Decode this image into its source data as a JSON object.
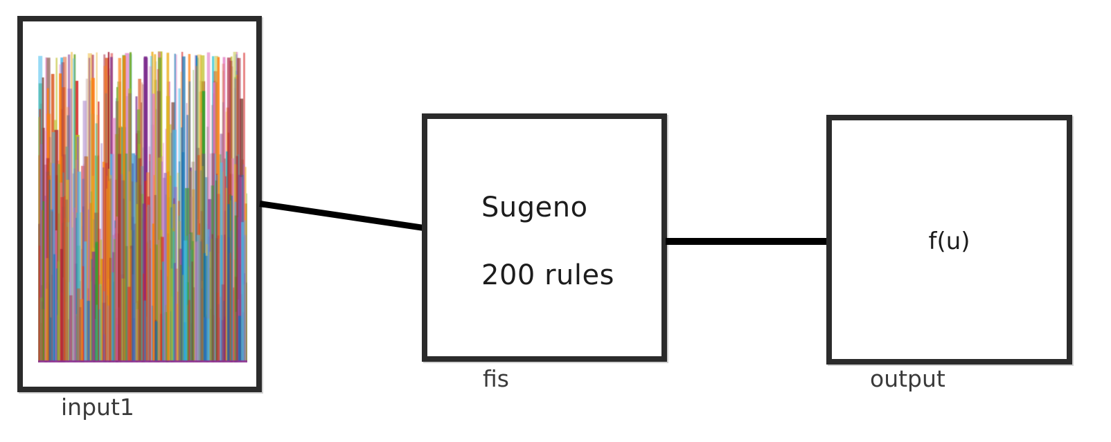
{
  "diagram": {
    "title": "FIS structure diagram",
    "background_color": "#ffffff",
    "line_color": "#000000",
    "border_color": "#2b2b2b",
    "text_color": "#1c1c1c",
    "caption_color": "#3a3a3a"
  },
  "input_block": {
    "caption": "input1",
    "plot": {
      "description": "membership function traces",
      "curve_count": 200,
      "cluster_count": 30,
      "baseline_color": "#8a2f8f",
      "palette": [
        "#0072BD",
        "#D95319",
        "#EDB120",
        "#7E2F8E",
        "#77AC30",
        "#4DBEEE",
        "#A2142F",
        "#E377C2",
        "#2CA02C",
        "#17BECF",
        "#FF7F0E",
        "#9467BD",
        "#8C564B",
        "#1F77B4",
        "#BCBD22",
        "#D62728"
      ]
    }
  },
  "fis_block": {
    "type_label": "Sugeno",
    "rules_label": "200 rules",
    "caption": "fis",
    "rule_count": 200,
    "inference_type": "Sugeno"
  },
  "output_block": {
    "expression_label": "f(u)",
    "caption": "output"
  },
  "connectors": [
    {
      "name": "input1-to-fis",
      "from": "input1",
      "to": "fis"
    },
    {
      "name": "fis-to-output",
      "from": "fis",
      "to": "output"
    }
  ]
}
